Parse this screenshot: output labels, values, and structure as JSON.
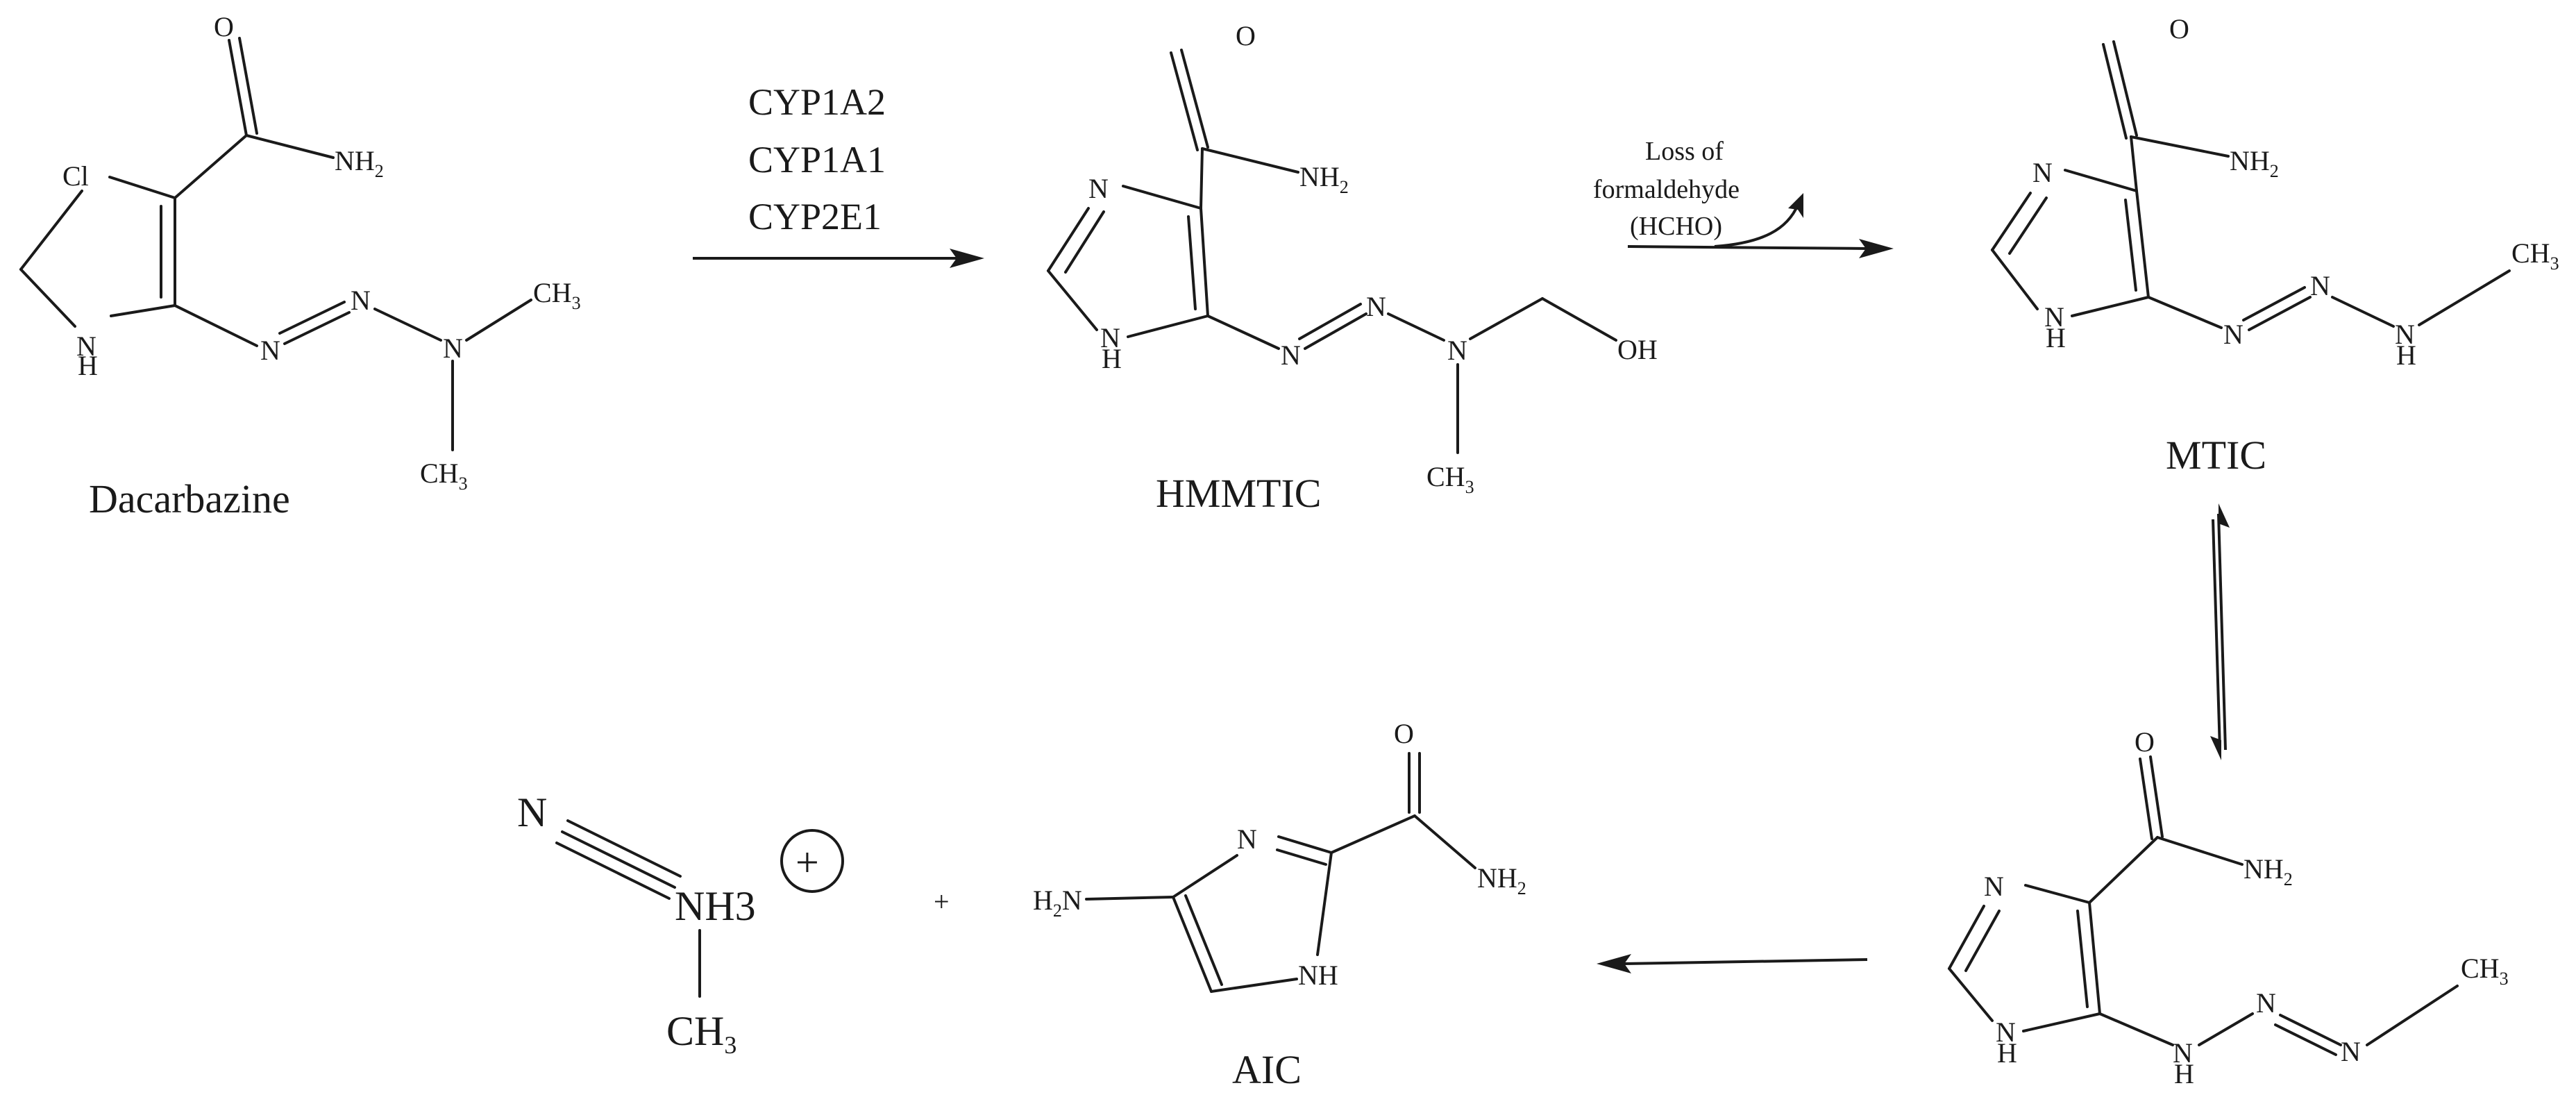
{
  "compounds": {
    "dacarbazine": {
      "name": "Dacarbazine",
      "atoms": {
        "o": "O",
        "nh2": "NH",
        "nh2_sub": "2",
        "cl": "Cl",
        "nh": "H",
        "nh_n": "N",
        "n1": "N",
        "n2": "N",
        "n3": "N",
        "ch3a": "CH",
        "ch3a_sub": "3",
        "ch3b": "CH",
        "ch3b_sub": "3"
      }
    },
    "hmmtic": {
      "name": "HMMTIC",
      "atoms": {
        "o": "O",
        "nh2": "NH",
        "nh2_sub": "2",
        "n_ring": "N",
        "nh_n": "N",
        "nh_h": "H",
        "n1": "N",
        "n2": "N",
        "n3": "N",
        "oh": "OH",
        "ch3": "CH",
        "ch3_sub": "3"
      }
    },
    "mtic": {
      "name": "MTIC",
      "atoms": {
        "o": "O",
        "nh2": "NH",
        "nh2_sub": "2",
        "n_ring": "N",
        "nh_n": "N",
        "nh_h": "H",
        "n1": "N",
        "n2": "N",
        "n3": "N",
        "n3_h": "H",
        "ch3": "CH",
        "ch3_sub": "3"
      }
    },
    "tautomer": {
      "atoms": {
        "o": "O",
        "nh2": "NH",
        "nh2_sub": "2",
        "n_ring": "N",
        "nh_n": "N",
        "nh_h": "H",
        "n1": "N",
        "n1_h": "H",
        "n2": "N",
        "n3": "N",
        "ch3": "CH",
        "ch3_sub": "3"
      }
    },
    "aic": {
      "name": "AIC",
      "atoms": {
        "o": "O",
        "nh2": "NH",
        "nh2_sub": "2",
        "h2n_h": "H",
        "h2n_sub": "2",
        "h2n_n": "N",
        "n_ring": "N",
        "nh": "NH"
      }
    },
    "methyldiazonium": {
      "atoms": {
        "n": "N",
        "nh3": "NH3",
        "ch3": "CH",
        "ch3_sub": "3",
        "charge": "+"
      }
    }
  },
  "plus_sign": "+",
  "arrows": {
    "step1": {
      "enzymes": [
        "CYP1A2",
        "CYP1A1",
        "CYP2E1"
      ]
    },
    "step2": {
      "label": [
        "Loss of",
        "formaldehyde",
        "(HCHO)"
      ]
    }
  }
}
